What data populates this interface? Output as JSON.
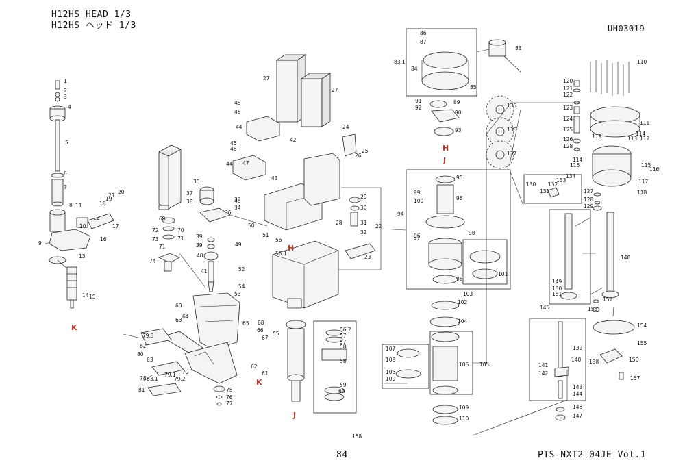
{
  "header": {
    "title_line1": "H12HS HEAD  1/3",
    "title_line2": "H12HS ヘッド  1/3",
    "drawing_code": "UH03019"
  },
  "footer": {
    "page_number": "84",
    "document_ref": "PTS-NXT2-04JE  Vol.1"
  },
  "reference_marks": [
    "K",
    "K",
    "J",
    "J",
    "H",
    "H"
  ],
  "part_numbers": [
    "1",
    "2",
    "3",
    "4",
    "5",
    "6",
    "7",
    "8",
    "9",
    "10",
    "11",
    "12",
    "13",
    "14",
    "15",
    "16",
    "17",
    "18",
    "19",
    "20",
    "21",
    "22",
    "23",
    "24",
    "25",
    "26",
    "27",
    "27",
    "28",
    "29",
    "30",
    "31",
    "32",
    "33",
    "34",
    "35",
    "36",
    "37",
    "38",
    "39",
    "39",
    "40",
    "41",
    "42",
    "43",
    "44",
    "44",
    "45",
    "45",
    "46",
    "46",
    "47",
    "48",
    "49",
    "50",
    "51",
    "52",
    "53",
    "54",
    "55",
    "56",
    "56.1",
    "56.2",
    "57",
    "57",
    "58",
    "58",
    "59",
    "60",
    "60",
    "61",
    "62",
    "63",
    "64",
    "65",
    "66",
    "67",
    "68",
    "69",
    "70",
    "71",
    "71",
    "72",
    "73",
    "74",
    "75",
    "76",
    "77",
    "78",
    "79",
    "79.1",
    "79.2",
    "79.3",
    "80",
    "81",
    "82",
    "83",
    "83.1",
    "83.1",
    "84",
    "85",
    "86",
    "87",
    "88",
    "89",
    "90",
    "91",
    "92",
    "93",
    "94",
    "95",
    "96",
    "96",
    "96",
    "97",
    "98",
    "99",
    "100",
    "101",
    "102",
    "103",
    "104",
    "105",
    "106",
    "107",
    "108",
    "108",
    "109",
    "109",
    "110",
    "110",
    "111",
    "112",
    "113",
    "114",
    "114",
    "115",
    "115",
    "116",
    "117",
    "118",
    "119",
    "120",
    "121",
    "122",
    "123",
    "124",
    "125",
    "126",
    "127",
    "128",
    "128",
    "129",
    "130",
    "131",
    "132",
    "133",
    "134",
    "135",
    "136",
    "137",
    "138",
    "139",
    "140",
    "141",
    "142",
    "143",
    "144",
    "145",
    "146",
    "147",
    "148",
    "149",
    "150",
    "151",
    "152",
    "153",
    "154",
    "155",
    "156",
    "157",
    "158"
  ]
}
